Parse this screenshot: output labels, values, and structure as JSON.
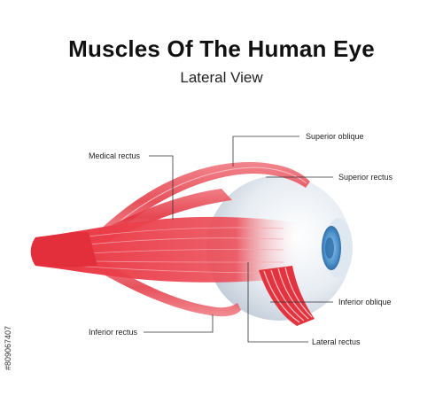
{
  "title": "Muscles Of The Human Eye",
  "subtitle": "Lateral View",
  "labels": {
    "medial_rectus": "Medical rectus",
    "superior_oblique": "Superior oblique",
    "superior_rectus": "Superior rectus",
    "inferior_oblique": "Inferior oblique",
    "lateral_rectus": "Lateral rectus",
    "inferior_rectus": "Inferior rectus"
  },
  "stock_id": "#809067407",
  "colors": {
    "muscle": "#e2333f",
    "iris": "#4f93cf",
    "globe": "#e8edf3"
  }
}
